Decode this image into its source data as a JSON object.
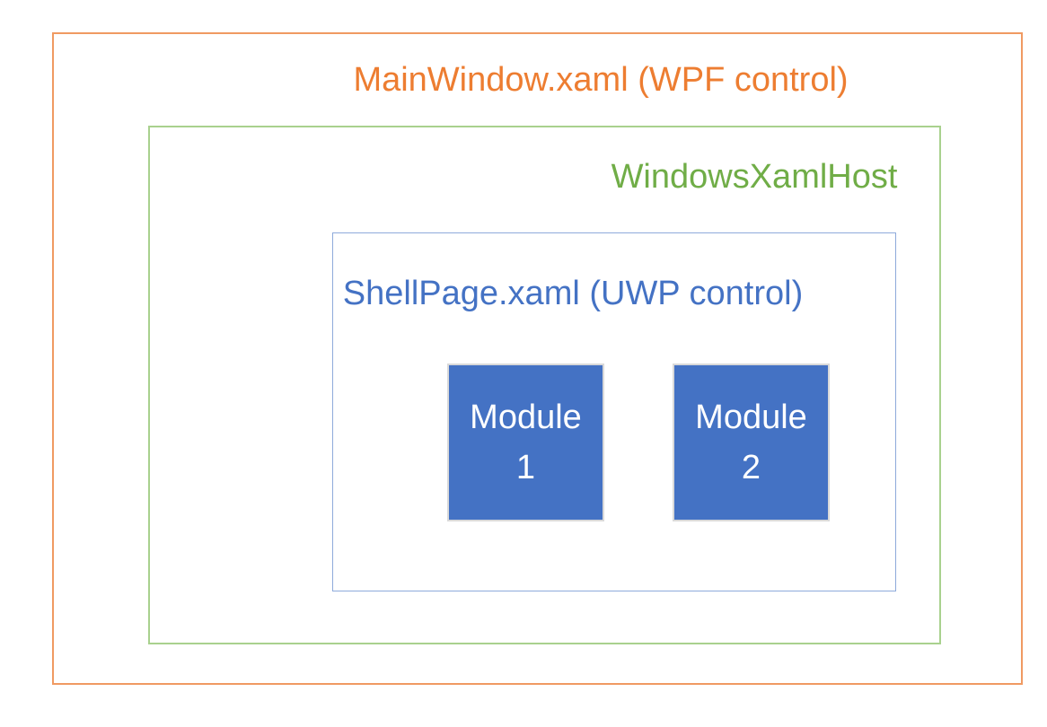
{
  "diagram": {
    "background_color": "#FFFFFF",
    "outer_box": {
      "label": "MainWindow.xaml (WPF control)",
      "text_color": "#ED7D31",
      "border_color": "#F09A62"
    },
    "host_box": {
      "label": "WindowsXamlHost",
      "text_color": "#70AD47",
      "border_color": "#A9D18E"
    },
    "shell_box": {
      "label": "ShellPage.xaml (UWP control)",
      "text_color": "#4472C4",
      "border_color": "#8EAADB"
    },
    "modules": [
      {
        "line1": "Module",
        "line2": "1",
        "fill_color": "#4472C4",
        "border_color": "#D9D9D9",
        "text_color": "#FFFFFF"
      },
      {
        "line1": "Module",
        "line2": "2",
        "fill_color": "#4472C4",
        "border_color": "#D9D9D9",
        "text_color": "#FFFFFF"
      }
    ]
  }
}
